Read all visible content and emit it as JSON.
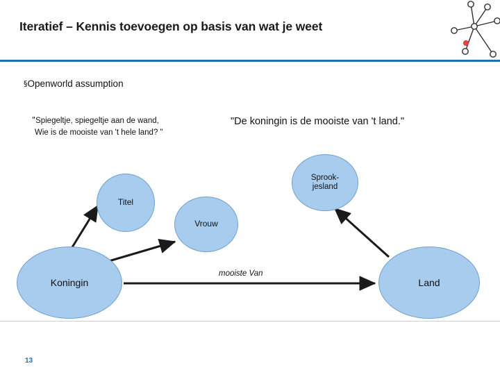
{
  "slide": {
    "title": "Iteratief – Kennis toevoegen op basis van wat je weet",
    "page_number": "13",
    "accent_color": "#1f6fb5",
    "node_fill_color": "#a8cced",
    "node_stroke_color": "#6f9fcd"
  },
  "bullets": {
    "marker": "§",
    "openworld": "Openworld assumption",
    "quote_marker": "\"",
    "quote_line1": "Spiegeltje, spiegeltje aan de wand,",
    "quote_line2": "Wie is de mooiste van 't hele land? \"",
    "answer": "\"De koningin is de mooiste van 't land.\""
  },
  "graph": {
    "type": "node-link-diagram",
    "nodes": [
      {
        "id": "titel",
        "label": "Titel"
      },
      {
        "id": "vrouw",
        "label": "Vrouw"
      },
      {
        "id": "sprookjesland",
        "label_line1": "Sprook-",
        "label_line2": "jesland"
      },
      {
        "id": "koningin",
        "label": "Koningin"
      },
      {
        "id": "land",
        "label": "Land"
      }
    ],
    "edges": [
      {
        "from": "koningin",
        "to": "titel",
        "label": ""
      },
      {
        "from": "koningin",
        "to": "vrouw",
        "label": ""
      },
      {
        "from": "koningin",
        "to": "land",
        "label": "mooiste Van"
      },
      {
        "from": "land",
        "to": "sprookjesland",
        "label": ""
      }
    ],
    "edge_labels": {
      "mooiste_van": "mooiste Van"
    }
  },
  "decoration": {
    "cluster_name": "node-cluster",
    "highlight_dot_color": "#e8453c",
    "line_color": "#1a1a1a",
    "circle_stroke_color": "#2f2f2f"
  }
}
